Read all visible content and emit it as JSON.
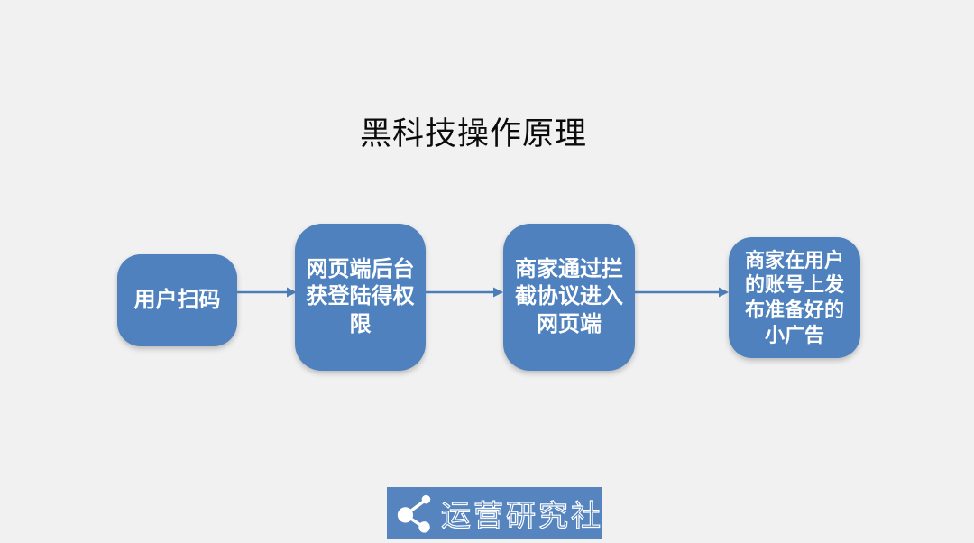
{
  "title": "黑科技操作原理",
  "flow": {
    "steps": [
      {
        "label": "用户扫码"
      },
      {
        "label": "网页端后台获登陆得权限"
      },
      {
        "label": "商家通过拦截协议进入网页端"
      },
      {
        "label": "商家在用户的账号上发布准备好的小广告"
      }
    ],
    "connector": "right-arrow"
  },
  "footer": {
    "brand": "运营研究社",
    "icon": "share-network-icon"
  },
  "colors": {
    "background": "#F1F1F2",
    "box_fill": "#4E81BD",
    "box_text": "#FFFFFF",
    "arrow": "#4D7DB8",
    "title_text": "#0B0B0B",
    "logo_background": "#5584BF",
    "logo_text": "#FFFFFF"
  }
}
